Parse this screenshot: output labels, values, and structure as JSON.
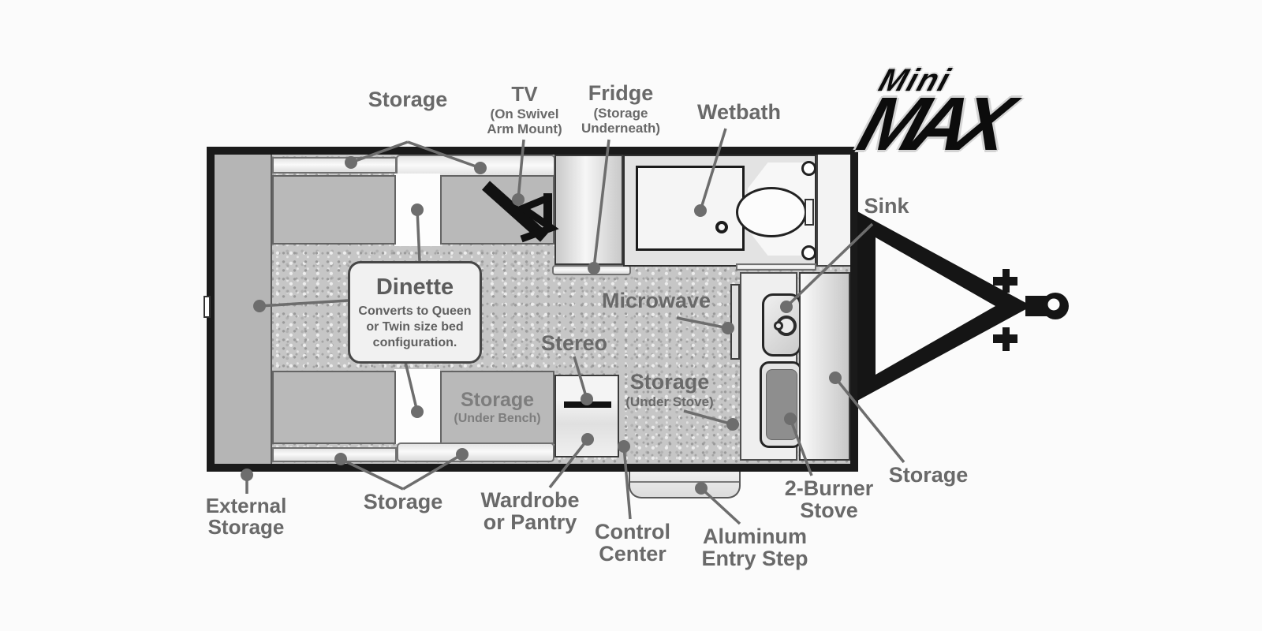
{
  "logo": {
    "top": "Mini",
    "main": "MAX"
  },
  "labels": {
    "storage_top": "Storage",
    "tv": {
      "title": "TV",
      "sub": [
        "(On Swivel",
        "Arm Mount)"
      ]
    },
    "fridge": {
      "title": "Fridge",
      "sub": [
        "(Storage",
        "Underneath)"
      ]
    },
    "wetbath": "Wetbath",
    "sink": "Sink",
    "microwave": "Microwave",
    "stereo": "Stereo",
    "storage_under_stove": {
      "title": "Storage",
      "sub": "(Under Stove)"
    },
    "external_storage": [
      "External",
      "Storage"
    ],
    "storage_bottom": "Storage",
    "wardrobe": [
      "Wardrobe",
      "or Pantry"
    ],
    "control_center": [
      "Control",
      "Center"
    ],
    "entry_step": [
      "Aluminum",
      "Entry Step"
    ],
    "burner_stove": [
      "2-Burner",
      "Stove"
    ],
    "storage_right": "Storage"
  },
  "rooms": {
    "dinette": {
      "title": "Dinette",
      "desc": [
        "Converts to Queen",
        "or Twin size bed",
        "configuration."
      ]
    },
    "storage_under_bench": {
      "title": "Storage",
      "sub": "(Under Bench)"
    }
  },
  "colors": {
    "wall": "#1a1a1a",
    "bench_gray": "#b9b9b9",
    "floor_gray": "#c6c6c6",
    "label_gray": "#696969",
    "leader_gray": "#6d6d6d",
    "logo_black": "#0c0c0c"
  }
}
